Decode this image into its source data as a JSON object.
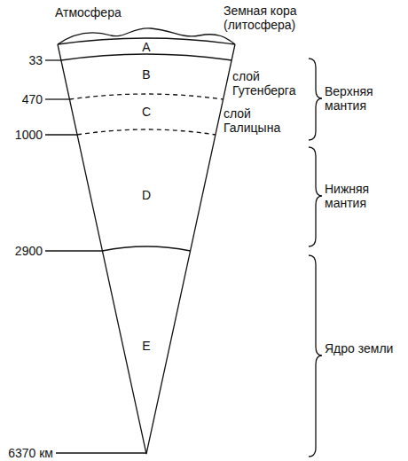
{
  "diagram": {
    "nodes": [
      {
        "text": [
          "A"
        ]
      },
      {
        "text": [
          "B"
        ]
      },
      {
        "text": [
          "C"
        ]
      },
      {
        "text": [
          "D"
        ]
      },
      {
        "text": [
          "E"
        ]
      }
    ],
    "labels": [
      "Атмосфера",
      "Земная кора (литосфера)",
      "33",
      "470",
      "1000",
      "2900",
      "6370 км",
      "слой Гутенберга",
      "слой Галицына",
      "Верхняя мантия",
      "Нижняя мантия",
      "Ядро земли"
    ]
  }
}
